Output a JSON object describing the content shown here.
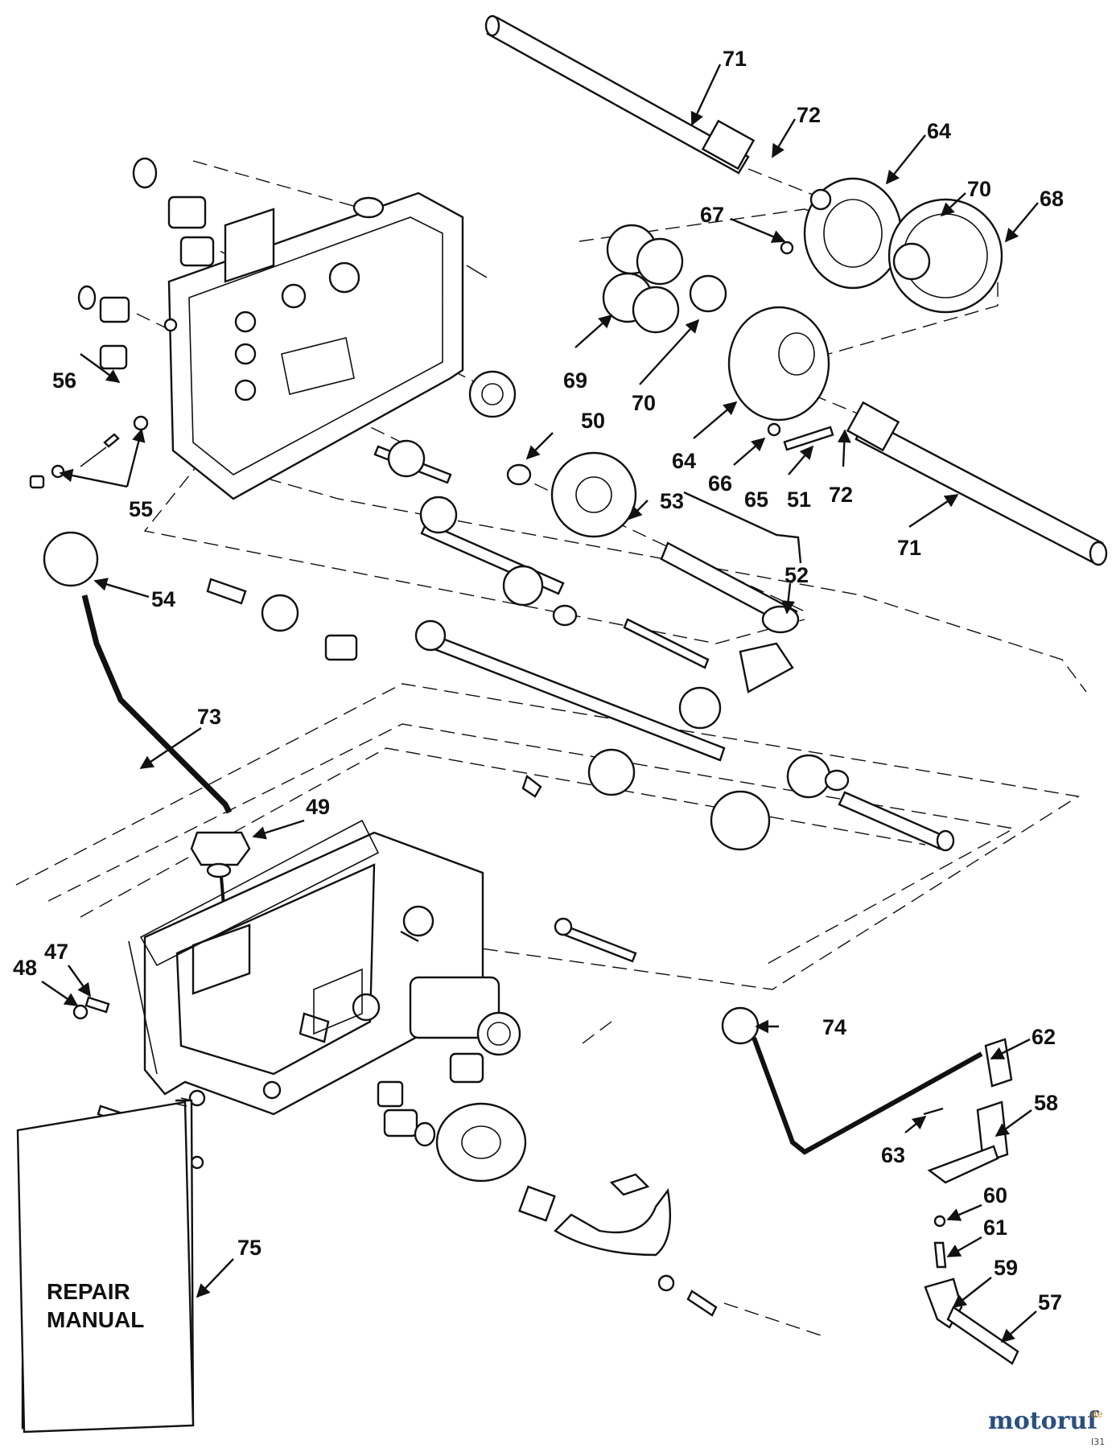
{
  "diagram": {
    "callout_numbers": [
      "47",
      "48",
      "49",
      "50",
      "51",
      "52",
      "53",
      "54",
      "55",
      "56",
      "57",
      "58",
      "59",
      "60",
      "61",
      "62",
      "63",
      "64",
      "65",
      "66",
      "67",
      "68",
      "69",
      "70",
      "71",
      "72",
      "73",
      "74",
      "75"
    ],
    "manual_title_line1": "REPAIR",
    "manual_title_line2": "MANUAL",
    "watermark_main": "motoruf",
    "watermark_suffix": ".de",
    "corner_code": "I31",
    "ink_color": "#111111",
    "watermark_color": "#2a4f80",
    "watermark_accent_color": "#c28a2a"
  }
}
